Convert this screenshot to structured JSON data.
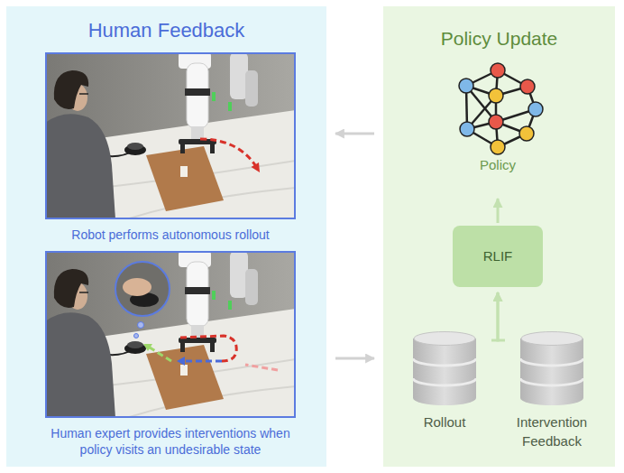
{
  "diagram": {
    "nodes": [
      {
        "text": [
          "Human Feedback"
        ]
      },
      {
        "text": [
          "Robot performs autonomous rollout"
        ],
        "in": 0
      },
      {
        "text": [
          "Human expert provides interventions when policy visits an undesirable state"
        ],
        "in": 0
      },
      {
        "text": [
          "Policy Update"
        ]
      },
      {
        "text": [
          "Policy"
        ],
        "in": 3
      },
      {
        "text": [
          "RLIF"
        ],
        "in": 3
      },
      {
        "text": [
          "Rollout"
        ],
        "in": 3
      },
      {
        "text": [
          "Intervention Feedback"
        ],
        "in": 3
      }
    ],
    "edges": [
      {
        "from": 3,
        "to": 0,
        "arrow": "to"
      },
      {
        "from": 0,
        "to": 3,
        "arrow": "to"
      },
      {
        "from": 6,
        "to": 5,
        "arrow": "to"
      },
      {
        "from": 7,
        "to": 5,
        "arrow": "to"
      },
      {
        "from": 5,
        "to": 4,
        "arrow": "to"
      }
    ]
  }
}
